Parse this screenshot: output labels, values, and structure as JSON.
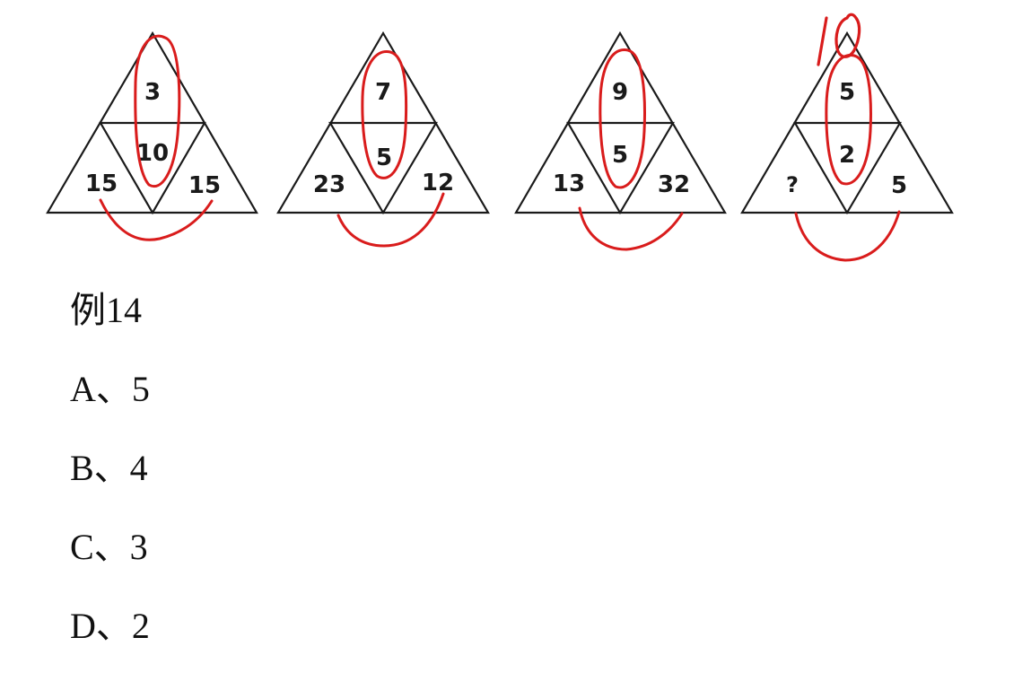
{
  "puzzles": [
    {
      "top": "3",
      "center": "10",
      "left": "15",
      "right": "15"
    },
    {
      "top": "7",
      "center": "5",
      "left": "23",
      "right": "12"
    },
    {
      "top": "9",
      "center": "5",
      "left": "13",
      "right": "32"
    },
    {
      "top": "5",
      "center": "2",
      "left": "?",
      "right": "5"
    }
  ],
  "handwritten_note": "10",
  "question": {
    "title": "例14",
    "options": [
      {
        "label": "A、5"
      },
      {
        "label": "B、4"
      },
      {
        "label": "C、3"
      },
      {
        "label": "D、2"
      }
    ]
  },
  "colors": {
    "annotation": "#d91c1c",
    "text": "#111111",
    "line": "#1a1a1a"
  }
}
